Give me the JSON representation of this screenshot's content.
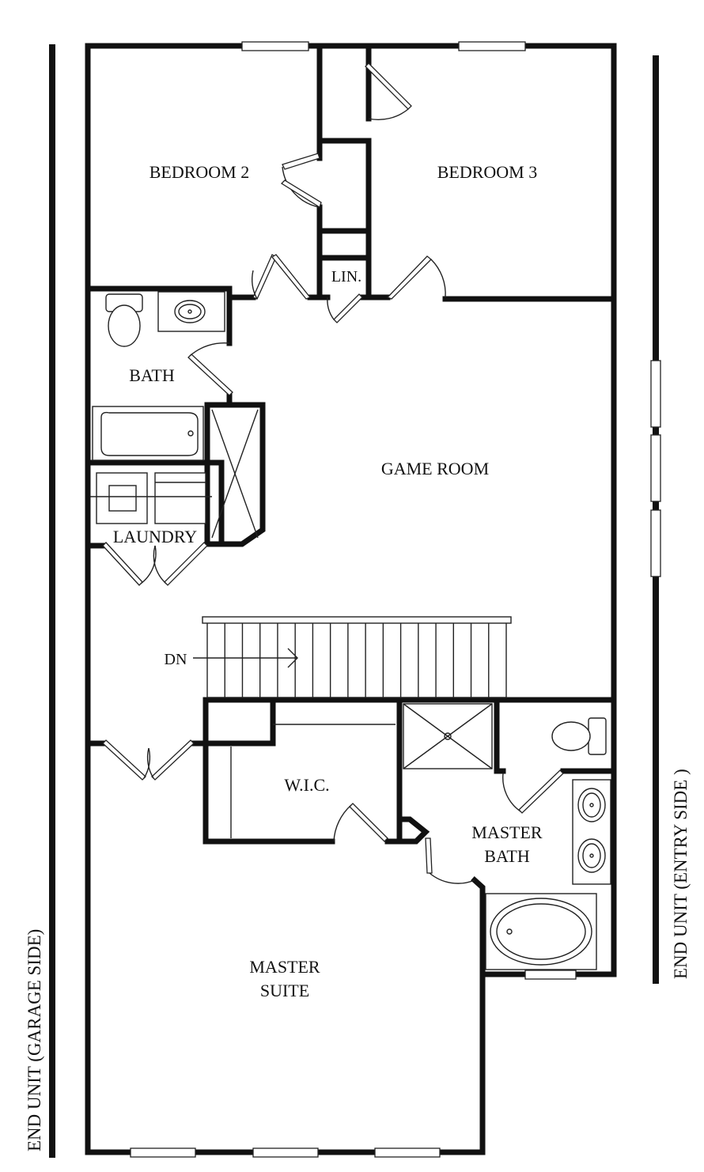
{
  "rooms": {
    "bedroom2": "BEDROOM 2",
    "bedroom3": "BEDROOM 3",
    "linen": "LIN.",
    "bath": "BATH",
    "game_room": "GAME ROOM",
    "laundry": "LAUNDRY",
    "stairs_down": "DN",
    "walk_in_closet": "W.I.C.",
    "master_bath_line1": "MASTER",
    "master_bath_line2": "BATH",
    "master_suite_line1": "MASTER",
    "master_suite_line2": "SUITE"
  },
  "sides": {
    "left": "END UNIT (GARAGE SIDE)",
    "right": "END UNIT (ENTRY SIDE )"
  }
}
